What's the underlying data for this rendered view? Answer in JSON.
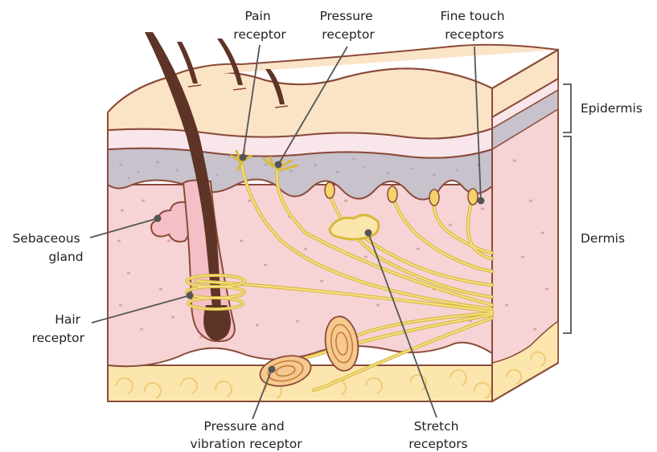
{
  "labels": {
    "pain_receptor": [
      "Pain",
      "receptor"
    ],
    "pressure_receptor": [
      "Pressure",
      "receptor"
    ],
    "fine_touch_receptors": [
      "Fine touch",
      "receptors"
    ],
    "epidermis": "Epidermis",
    "dermis": "Dermis",
    "sebaceous_gland": [
      "Sebaceous",
      "gland"
    ],
    "hair_receptor": [
      "Hair",
      "receptor"
    ],
    "pressure_vibration_receptor": [
      "Pressure and",
      "vibration receptor"
    ],
    "stretch_receptors": [
      "Stretch",
      "receptors"
    ]
  },
  "colors": {
    "surface": "#fbe3c6",
    "epidermis_light": "#f9e6ea",
    "epidermis_gray": "#c7c2cc",
    "dermis": "#f6d3d5",
    "dermis_spots": "#dca3a9",
    "fat": "#fbe6ad",
    "hair": "#5e3426",
    "nerve": "#d9b93a"
  }
}
